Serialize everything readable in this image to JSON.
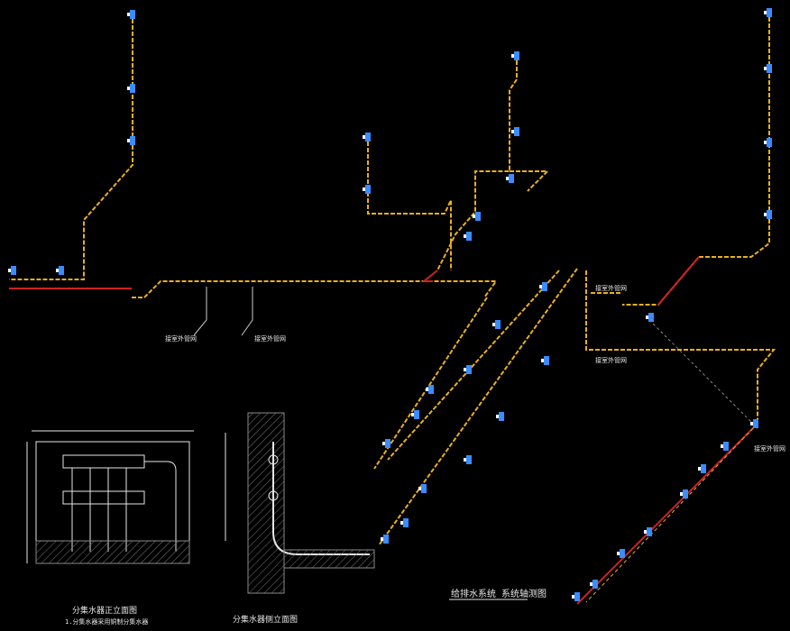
{
  "colors": {
    "background": "#000000",
    "pipe_yellow": "#e8b020",
    "pipe_red": "#d02020",
    "fixture_blue": "#3a8cff",
    "fixture_white": "#ffffff",
    "detail_white": "#e6e6e6",
    "hatch_gray": "#8a8a8a",
    "leader_gray": "#9a9a9a"
  },
  "labels": {
    "main_title": "给排水系统 系统轴测图",
    "detail_left_title": "分集水器正立面图",
    "detail_left_subtitle": "1.分集水器采用铜制分集水器",
    "detail_mid_title": "分集水器侧立面图",
    "branch_label_1": "接室外管网",
    "branch_label_2": "接室外管网",
    "right_label_1": "接室外管网",
    "right_label_2": "接室外管网",
    "right_label_3": "接室外管网"
  },
  "icons": [
    "valve-icon",
    "faucet-icon",
    "meter-icon"
  ]
}
